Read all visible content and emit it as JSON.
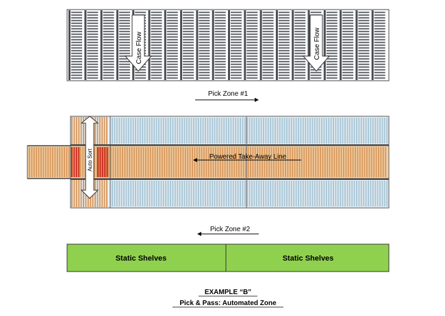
{
  "zone1": {
    "label": "Pick Zone #1",
    "flow_label": "Case Flow",
    "flow_label_2": "Case Flow"
  },
  "zone2": {
    "label": "Pick Zone #2",
    "takeaway_label": "Powered Take-Away Line",
    "sort_label": "Auto Sort"
  },
  "shelves": {
    "left_label": "Static Shelves",
    "right_label": "Static Shelves"
  },
  "caption": {
    "title": "EXAMPLE “B”",
    "subtitle": "Pick & Pass: Automated Zone"
  },
  "colors": {
    "roller_gray": "#6f7378",
    "roller_blue": "#a9c6d6",
    "roller_orange": "#d89a5f",
    "sort_red": "#cc2a1e",
    "shelf_green": "#8fd14f"
  }
}
